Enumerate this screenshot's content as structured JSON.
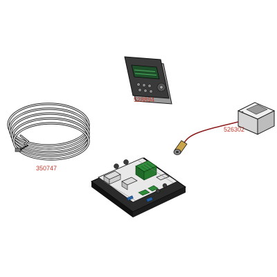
{
  "parts": {
    "display_panel": {
      "part_number": "528894"
    },
    "sensor_cable": {
      "part_number": "526302"
    },
    "cable_coil": {
      "part_number": "350747"
    }
  },
  "colors": {
    "label": "#c0392b",
    "outline": "#1a1a1a",
    "housing": "#e6e6e6",
    "board_green": "#2e8b3a",
    "cable_red": "#8b1a1a"
  }
}
